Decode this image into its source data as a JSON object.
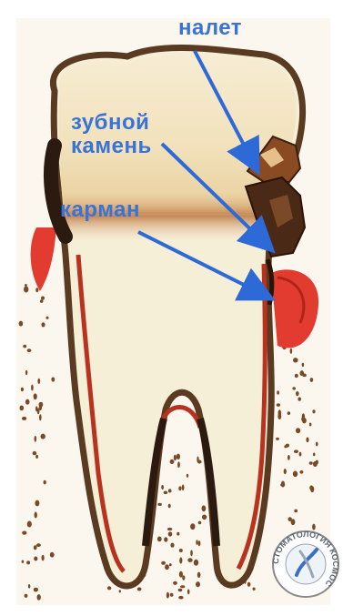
{
  "labels": {
    "plaque": "налет",
    "tartar": "зубной\nкамень",
    "pocket": "карман"
  },
  "logo": {
    "ring_text": "СТОМАТОЛОГИЯ КОСМОС",
    "name": "seal-logo"
  },
  "colors": {
    "label": "#3a73d6",
    "arrow": "#2d6ad8",
    "gum": "#e23b2f",
    "crown": "#f4e6c3",
    "root_fill": "#f6efd8",
    "outline": "#5a3a20",
    "pulp_line": "#b9321f"
  }
}
